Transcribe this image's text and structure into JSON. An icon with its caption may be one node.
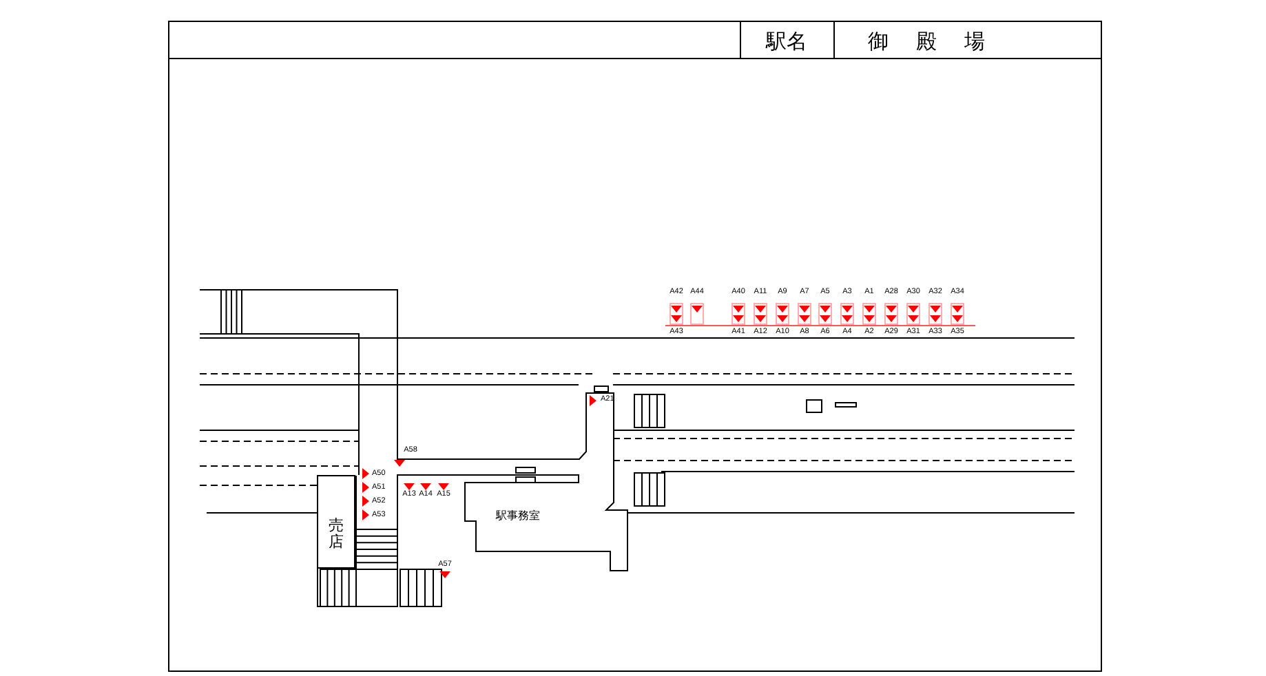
{
  "diagram": {
    "nodes": [
      {
        "text": [
          "売店"
        ]
      },
      {
        "text": [
          "駅事務室"
        ]
      }
    ],
    "labels": [
      "駅名",
      "御殿場",
      "A42",
      "A44",
      "A40",
      "A11",
      "A9",
      "A7",
      "A5",
      "A3",
      "A1",
      "A28",
      "A30",
      "A32",
      "A34",
      "A43",
      "A41",
      "A12",
      "A10",
      "A8",
      "A6",
      "A4",
      "A2",
      "A29",
      "A31",
      "A33",
      "A35",
      "A21",
      "A58",
      "A50",
      "A51",
      "A52",
      "A53",
      "A13",
      "A14",
      "A15",
      "A57"
    ]
  }
}
